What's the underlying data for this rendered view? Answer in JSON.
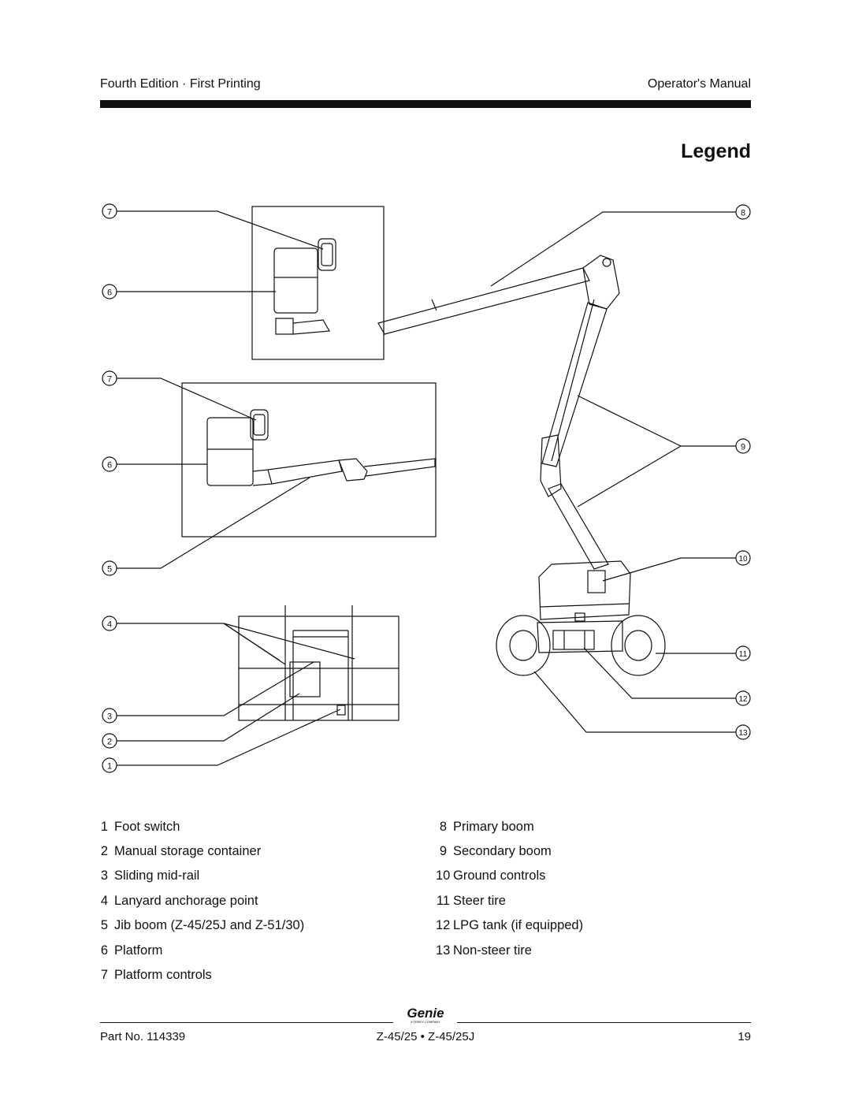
{
  "header": {
    "left": "Fourth Edition · First Printing",
    "right": "Operator's Manual"
  },
  "title": "Legend",
  "callouts": [
    "7",
    "6",
    "7",
    "6",
    "5",
    "4",
    "3",
    "2",
    "1",
    "8",
    "9",
    "10",
    "11",
    "12",
    "13"
  ],
  "legend_left": [
    {
      "num": "1",
      "text": "Foot switch"
    },
    {
      "num": "2",
      "text": "Manual storage container"
    },
    {
      "num": "3",
      "text": "Sliding mid-rail"
    },
    {
      "num": "4",
      "text": "Lanyard anchorage point"
    },
    {
      "num": "5",
      "text": "Jib boom (Z-45/25J and Z-51/30)"
    },
    {
      "num": "6",
      "text": "Platform"
    },
    {
      "num": "7",
      "text": "Platform controls"
    }
  ],
  "legend_right": [
    {
      "num": "8",
      "text": "Primary boom"
    },
    {
      "num": "9",
      "text": "Secondary boom"
    },
    {
      "num": "10",
      "text": "Ground controls"
    },
    {
      "num": "11",
      "text": "Steer tire"
    },
    {
      "num": "12",
      "text": "LPG tank (if equipped)"
    },
    {
      "num": "13",
      "text": "Non-steer tire"
    }
  ],
  "footer": {
    "left": "Part No. 114339",
    "center": "Z-45/25 • Z-45/25J",
    "right": "19",
    "logo_text": "Genie",
    "logo_subtext": "A TEREX COMPANY"
  }
}
